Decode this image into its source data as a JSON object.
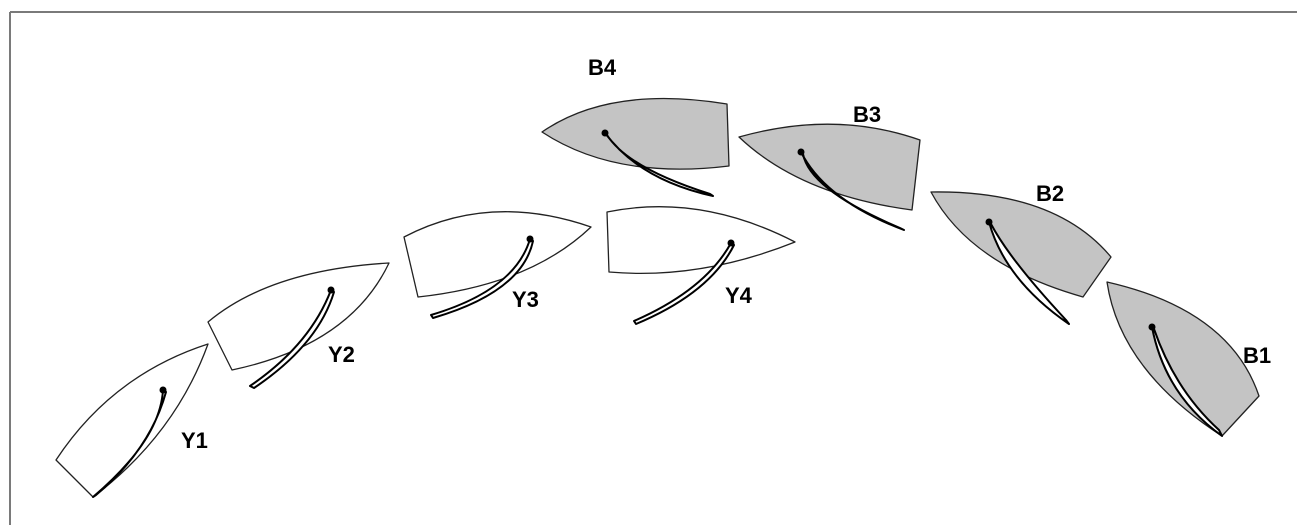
{
  "colors": {
    "frame": "#7a7a7a",
    "yellow_hull_fill": "#ffffff",
    "blue_hull_fill": "#c4c4c4",
    "outline": "#222222"
  },
  "boats": {
    "y1": {
      "label": "Y1"
    },
    "y2": {
      "label": "Y2"
    },
    "y3": {
      "label": "Y3"
    },
    "y4": {
      "label": "Y4"
    },
    "b1": {
      "label": "B1"
    },
    "b2": {
      "label": "B2"
    },
    "b3": {
      "label": "B3"
    },
    "b4": {
      "label": "B4"
    }
  }
}
